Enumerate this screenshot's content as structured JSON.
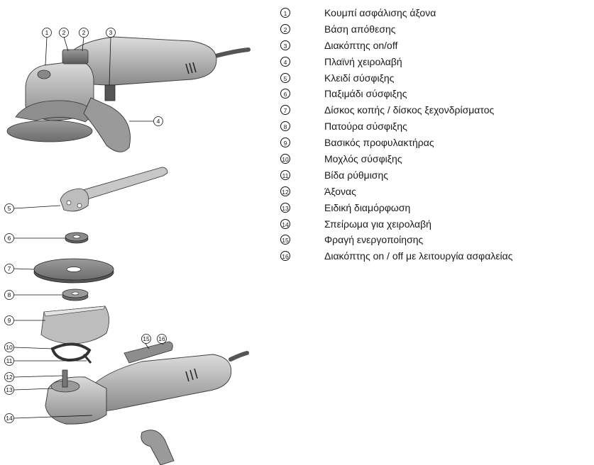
{
  "legend": [
    {
      "num": "1",
      "text": "Κουμπί ασφάλισης άξονα"
    },
    {
      "num": "2",
      "text": "Βάση απόθεσης"
    },
    {
      "num": "3",
      "text": "Διακόπτης on/off"
    },
    {
      "num": "4",
      "text": "Πλαϊνή χειρολαβή"
    },
    {
      "num": "5",
      "text": "Κλειδί σύσφιξης"
    },
    {
      "num": "6",
      "text": "Παξιμάδι σύσφιξης"
    },
    {
      "num": "7",
      "text": "Δίσκος κοπής / δίσκος ξεχονδρίσματος"
    },
    {
      "num": "8",
      "text": "Πατούρα σύσφιξης"
    },
    {
      "num": "9",
      "text": "Βασικός προφυλακτήρας"
    },
    {
      "num": "10",
      "text": "Μοχλός σύσφιξης"
    },
    {
      "num": "11",
      "text": "Βίδα ρύθμισης"
    },
    {
      "num": "12",
      "text": "Άξονας"
    },
    {
      "num": "13",
      "text": "Ειδική διαμόρφωση"
    },
    {
      "num": "14",
      "text": "Σπείρωμα για χειρολαβή"
    },
    {
      "num": "15",
      "text": "Φραγή ενεργοποίησης"
    },
    {
      "num": "16",
      "text": "Διακόπτης on / off με λειτουργία ασφαλείας"
    }
  ],
  "callouts": {
    "c1": "1",
    "c2a": "2",
    "c2b": "2",
    "c3": "3",
    "c4": "4",
    "c5": "5",
    "c6": "6",
    "c7": "7",
    "c8": "8",
    "c9": "9",
    "c10": "10",
    "c11": "11",
    "c12": "12",
    "c13": "13",
    "c14": "14",
    "c15": "15",
    "c16": "16"
  },
  "colors": {
    "tool_body": "#b9b9b9",
    "tool_dark": "#7c7c7c",
    "tool_light": "#e2e2e2",
    "outline": "#3a3a3a"
  }
}
